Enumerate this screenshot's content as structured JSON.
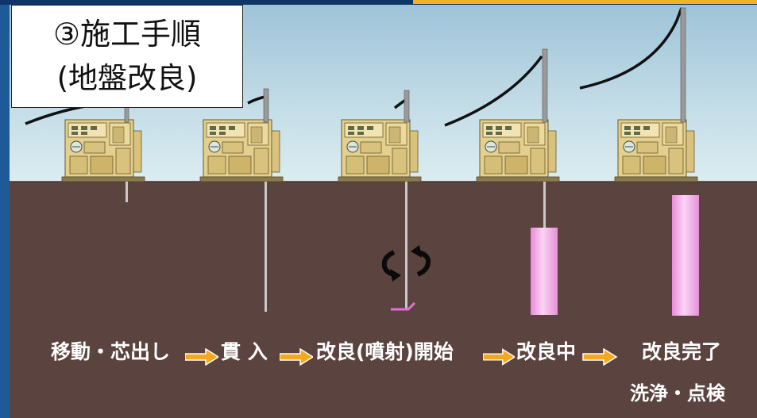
{
  "title": {
    "line1": "③施工手順",
    "line2": "(地盤改良)"
  },
  "steps": [
    {
      "label": "移動・芯出し"
    },
    {
      "label": "貫 入"
    },
    {
      "label": "改良(噴射)開始"
    },
    {
      "label": "改良中"
    },
    {
      "label": "改良完了"
    }
  ],
  "final_note": "洗浄・点検",
  "colors": {
    "sky_top": "#9ec3d8",
    "sky_bottom": "#d7eaf0",
    "ground": "#5b433f",
    "machine": "#e3cf8e",
    "column": "#f3a8ea",
    "arrow": "#f4a81d"
  }
}
